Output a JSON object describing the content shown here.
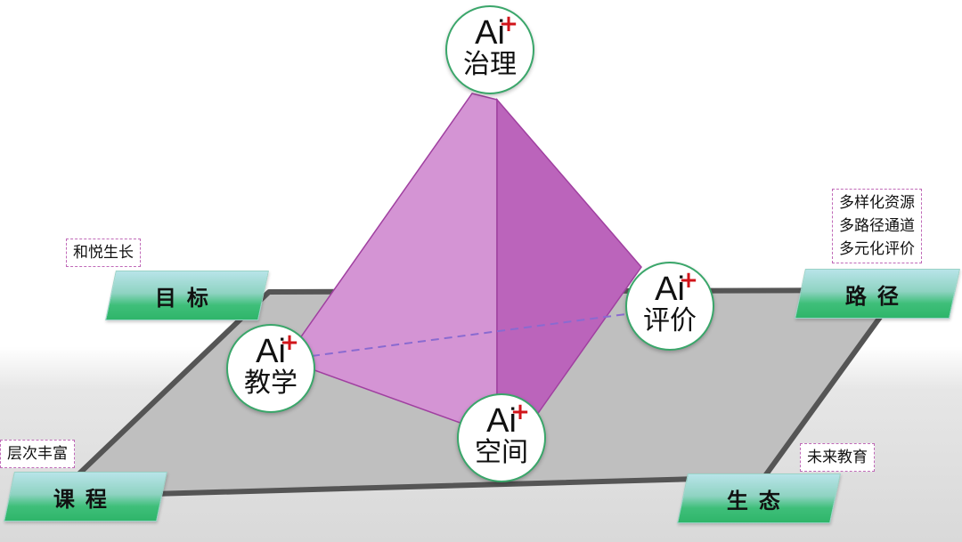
{
  "nodes": {
    "top": {
      "ai": "Ai",
      "plus": "+",
      "label": "治理"
    },
    "left": {
      "ai": "Ai",
      "plus": "+",
      "label": "教学"
    },
    "right": {
      "ai": "Ai",
      "plus": "+",
      "label": "评价"
    },
    "front": {
      "ai": "Ai",
      "plus": "+",
      "label": "空间"
    }
  },
  "tags": {
    "goal": "目标",
    "path": "路径",
    "course": "课程",
    "eco": "生态"
  },
  "notes": {
    "goal": "和悦生长",
    "path": [
      "多样化资源",
      "多路径通道",
      "多元化评价"
    ],
    "course": "层次丰富",
    "eco": "未来教育"
  },
  "colors": {
    "pyramid_left_face": "#d494d4",
    "pyramid_right_face": "#bb64bb",
    "platform": "#bfbfbf",
    "node_border": "#3aa66a",
    "plus": "#d1141a",
    "note_border": "#c06ab8"
  }
}
